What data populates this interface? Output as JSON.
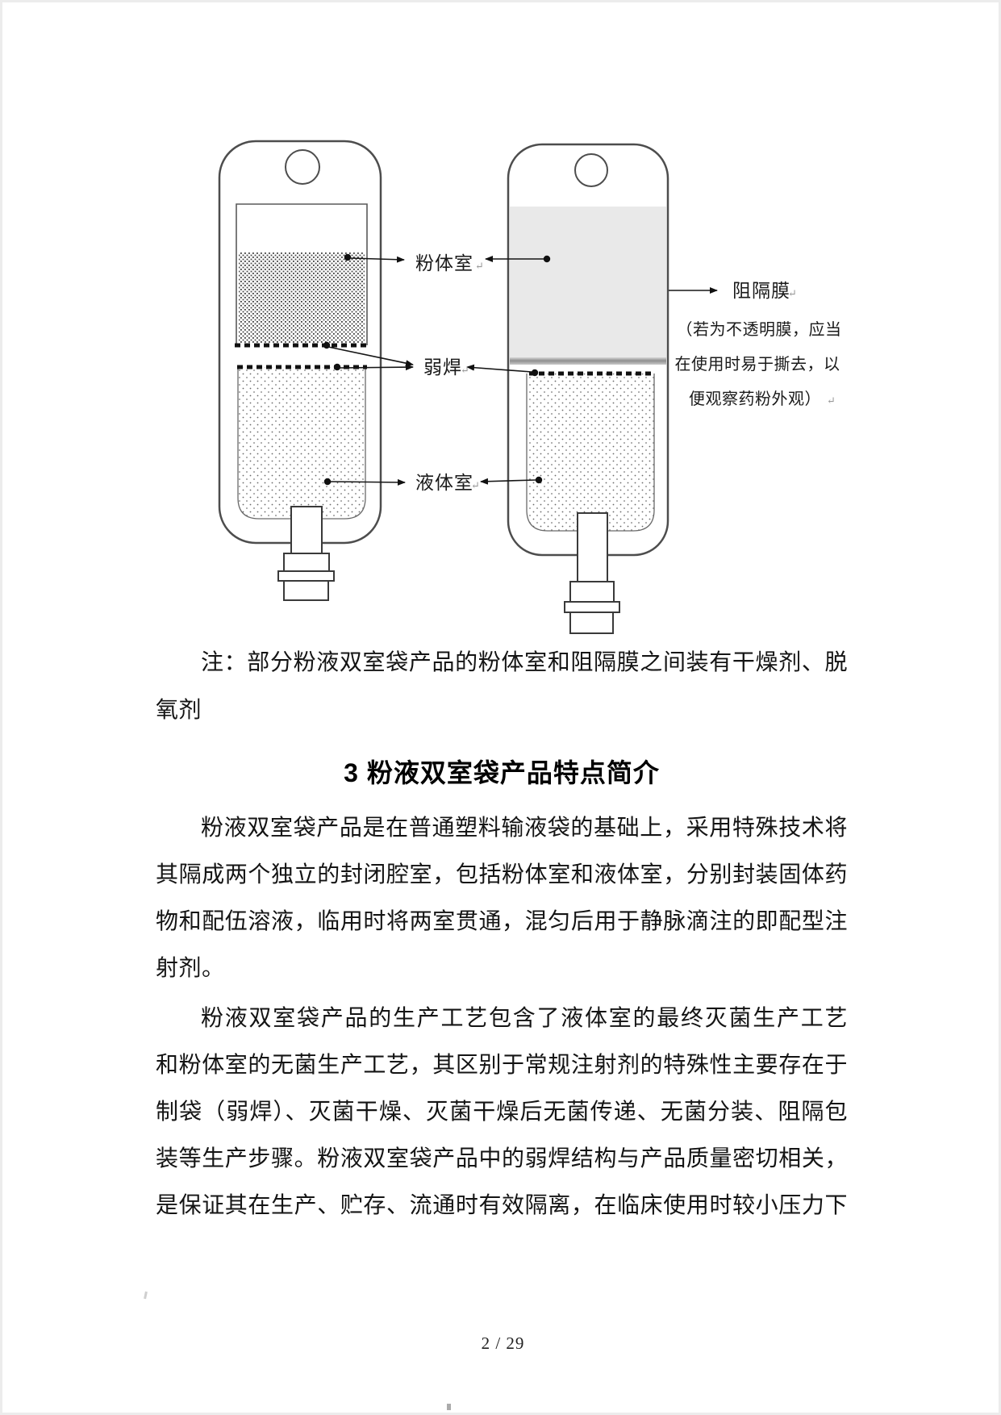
{
  "diagram": {
    "labels": {
      "powder_chamber": "粉体室",
      "weak_weld": "弱焊",
      "liquid_chamber": "液体室",
      "barrier_film": "阻隔膜",
      "barrier_film_note_line1": "（若为不透明膜，应当",
      "barrier_film_note_line2": "在使用时易于撕去，以",
      "barrier_film_note_line3": "便观察药粉外观）",
      "paragraph_mark": "↵"
    }
  },
  "note": {
    "line1": "注：部分粉液双室袋产品的粉体室和阻隔膜之间装有干燥剂、脱",
    "line2": "氧剂"
  },
  "heading": {
    "text": "3  粉液双室袋产品特点简介"
  },
  "paragraphs": {
    "p1": {
      "line1": "粉液双室袋产品是在普通塑料输液袋的基础上，采用特殊技术将",
      "line2": "其隔成两个独立的封闭腔室，包括粉体室和液体室，分别封装固体药",
      "line3": "物和配伍溶液，临用时将两室贯通，混匀后用于静脉滴注的即配型注",
      "line4": "射剂。"
    },
    "p2": {
      "line1": "粉液双室袋产品的生产工艺包含了液体室的最终灭菌生产工艺",
      "line2": "和粉体室的无菌生产工艺，其区别于常规注射剂的特殊性主要存在于",
      "line3": "制袋（弱焊）、灭菌干燥、灭菌干燥后无菌传递、无菌分装、阻隔包",
      "line4": "装等生产步骤。粉液双室袋产品中的弱焊结构与产品质量密切相关，",
      "line5": "是保证其在生产、贮存、流通时有效隔离，在临床使用时较小压力下"
    }
  },
  "footer": {
    "page_indicator": "2 / 29"
  }
}
